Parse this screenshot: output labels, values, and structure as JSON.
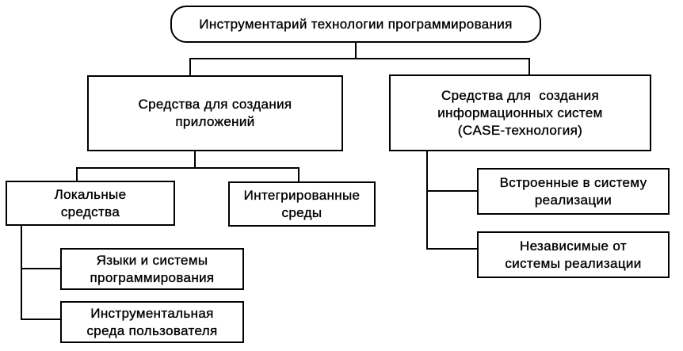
{
  "diagram": {
    "root": {
      "id": "root",
      "lines": [
        "Инструментарий технологии программирования"
      ]
    },
    "nodes": {
      "app_tools": {
        "lines": [
          "Средства для создания",
          "приложений"
        ]
      },
      "case_tools": {
        "lines": [
          "Средства для  создания",
          "информационных систем",
          "(CASE-технология)"
        ]
      },
      "local_tools": {
        "lines": [
          "Локальные",
          "средства"
        ]
      },
      "integrated_env": {
        "lines": [
          "Интегрированные",
          "среды"
        ]
      },
      "languages": {
        "lines": [
          "Языки и системы",
          "программирования"
        ]
      },
      "user_env": {
        "lines": [
          "Инструментальная",
          "среда пользователя"
        ]
      },
      "built_in": {
        "lines": [
          "Встроенные в систему",
          "реализации"
        ]
      },
      "independent": {
        "lines": [
          "Независимые от",
          "системы реализации"
        ]
      }
    },
    "edges": [
      [
        "root",
        "app_tools"
      ],
      [
        "root",
        "case_tools"
      ],
      [
        "app_tools",
        "local_tools"
      ],
      [
        "app_tools",
        "integrated_env"
      ],
      [
        "local_tools",
        "languages"
      ],
      [
        "local_tools",
        "user_env"
      ],
      [
        "case_tools",
        "built_in"
      ],
      [
        "case_tools",
        "independent"
      ]
    ],
    "colors": {
      "line": "#000000",
      "background": "#ffffff"
    }
  }
}
